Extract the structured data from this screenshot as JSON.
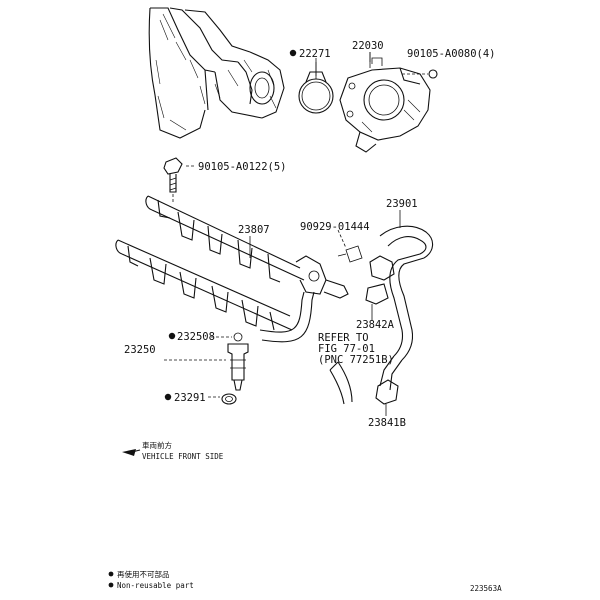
{
  "diagram": {
    "labels": {
      "p22271": "22271",
      "p22030": "22030",
      "p90105_a0080": "90105-A0080(4)",
      "p90105_a0122": "90105-A0122(5)",
      "p23901": "23901",
      "p90929": "90929-01444",
      "p23807": "23807",
      "p23842a": "23842A",
      "refer_1": "REFER TO",
      "refer_2": "FIG 77-01",
      "refer_3": "(PNC 77251B)",
      "p232508": "232508",
      "p23250": "23250",
      "p23291": "23291",
      "p23841b": "23841B"
    },
    "direction": {
      "jp": "車両前方",
      "en": "VEHICLE FRONT SIDE"
    },
    "legend": {
      "jp": "再使用不可部品",
      "en": "Non-reusable part"
    },
    "figure_id": "223563A"
  }
}
